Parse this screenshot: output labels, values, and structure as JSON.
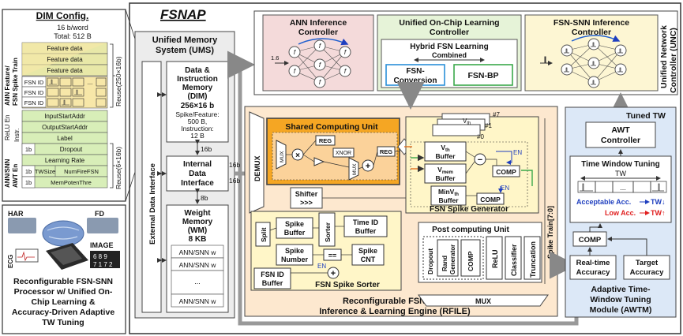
{
  "dim_config": {
    "title": "DIM Config.",
    "line1": "16 b/word",
    "line2": "Total: 512 B",
    "rows": [
      "Feature data",
      "Feature data",
      "Feature data",
      "InputStartAddr",
      "OutputStartAddr",
      "Label",
      "Dropout",
      "Learning Rate"
    ],
    "fsn_id": "FSN ID",
    "ellipsis": "...",
    "onebit": "1b",
    "twsize": "TWSize",
    "numfire": "NumFireFSN",
    "memthre": "MemPotenThre",
    "side_ann_feature": "ANN Feature/",
    "side_fsn_spike": "FSN Spike Train",
    "side_instr": "Instr.",
    "side_ann_snn": "ANN/SNN",
    "side_relu_en": "ReLU En",
    "side_awt_en": "AWT En",
    "reuse1": "Reuse(250×16b)",
    "reuse2": "Reuse(6×16b)"
  },
  "processor": {
    "labels": [
      "HAR",
      "FD",
      "ECG",
      "IMAGE"
    ],
    "caption": [
      "Reconfigurable FSN-SNN",
      "Processor w/ Unified On-",
      "Chip Learning &",
      "Accuracy-Driven Adaptive",
      "TW Tuning"
    ]
  },
  "fsnap": {
    "title": "FSNAP",
    "ums_title": [
      "Unified Memory",
      "System (UMS)"
    ],
    "ext_if": "External Data Interface",
    "dim_title": [
      "Data &",
      "Instruction",
      "Memory",
      "(DIM)"
    ],
    "dim_size": "256×16 b",
    "dim_spike": [
      "Spike/Feature:",
      "500 B,",
      "Instruction:",
      "12 B"
    ],
    "bw16": "16b",
    "bw8": "8b",
    "idi": [
      "Internal",
      "Data",
      "Interface"
    ],
    "wm": [
      "Weight",
      "Memory",
      "(WM)",
      "8 KB"
    ],
    "wm_row": "ANN/SNN w",
    "wm_dots": "..."
  },
  "controllers": {
    "ann": [
      "ANN Inference",
      "Controller"
    ],
    "learning": [
      "Unified On-Chip Learning",
      "Controller"
    ],
    "hybrid": "Hybrid FSN Learning",
    "combined": "Combined",
    "conv": [
      "FSN-",
      "Conversion"
    ],
    "bp": "FSN-BP",
    "snn": [
      "FSN-SNN Inference",
      "Controller"
    ],
    "unc": [
      "Unified Network",
      "Controller (UNC)"
    ],
    "in_val": "1.6",
    "neuron_f": "f"
  },
  "rfile": {
    "demux": "DEMUX",
    "scu": "Shared Computing Unit",
    "reg": "REG",
    "xnor": "XNOR",
    "mux_small": "MUX",
    "shifter": "Shifter",
    "shifter_sym": ">>>",
    "vth": "V",
    "vth_sub": "th",
    "vth_buf": "Buffer",
    "vmem_sub": "mem",
    "minvth": "MinV",
    "comp": "COMP",
    "en": "EN",
    "n7": "#7",
    "n1": "#1",
    "n0": "#0",
    "fsn_gen": "FSN Spike Generator",
    "split": "Split",
    "spike_buf": [
      "Spike",
      "Buffer"
    ],
    "sorter": "Sorter",
    "tid_buf": [
      "Time ID",
      "Buffer"
    ],
    "spike_num": [
      "Spike",
      "Number"
    ],
    "spike_cnt": [
      "Spike",
      "CNT"
    ],
    "fsnid_buf": [
      "FSN ID",
      "Buffer"
    ],
    "fsn_sorter": "FSN Spike Sorter",
    "post": "Post computing Unit",
    "dropout": "Dropout",
    "rand": [
      "Rand",
      "Generator"
    ],
    "relu": "ReLU",
    "classifier": "Classifier",
    "truncation": "Truncation",
    "spike_train": "Spike Train[7:0]",
    "mux": "MUX",
    "title": [
      "Reconfigurable FSN/ANN",
      "Inference & Learning Engine (RFILE)"
    ]
  },
  "awtm": {
    "tuned": "Tuned TW",
    "awt_ctrl": [
      "AWT",
      "Controller"
    ],
    "twt_title": "Time Window Tuning",
    "tw": "TW",
    "dots": "...",
    "acc_ok": "Acceptable Acc.",
    "acc_low": "Low Acc.",
    "tw_down": "TW↓",
    "tw_up": "TW↑",
    "comp": "COMP",
    "rt_acc": [
      "Real-time",
      "Accuracy"
    ],
    "target_acc": [
      "Target",
      "Accuracy"
    ],
    "title": [
      "Adaptive Time-",
      "Window Tuning",
      "Module (AWTM)"
    ]
  },
  "colors": {
    "orange": "#f5a623",
    "light_orange": "#fde3c4",
    "green": "#5cb85c",
    "light_green": "#e8f4d4",
    "blue": "#3a6fd8",
    "light_blue": "#dce8f7",
    "pink": "#f4dada",
    "yellow": "#fdf6d3",
    "red": "#e02020"
  }
}
